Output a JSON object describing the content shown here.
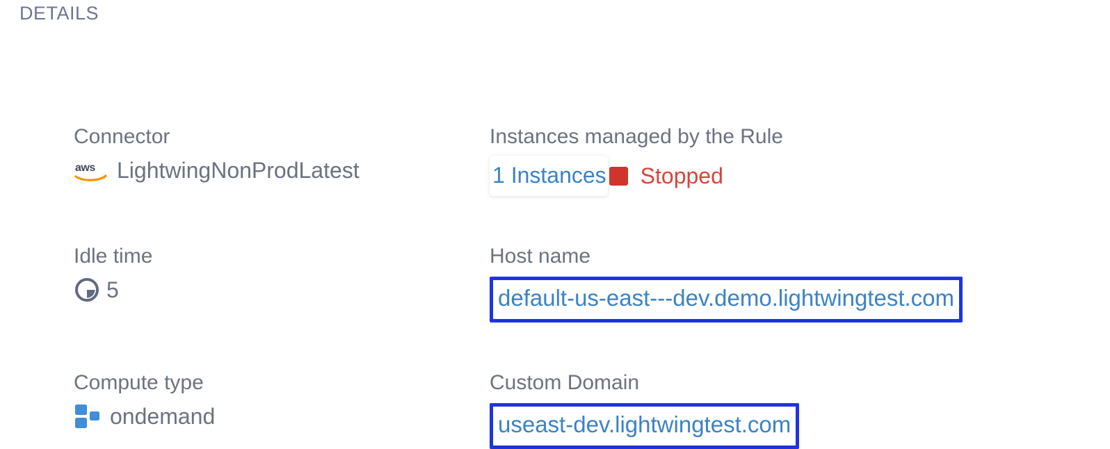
{
  "section": {
    "heading": "DETAILS"
  },
  "colors": {
    "label": "#6b7280",
    "link": "#3b82c7",
    "status_red": "#d8453a",
    "status_swatch": "#cf352b",
    "annotation_border": "#1f35e0",
    "aws_orange": "#f79400",
    "aws_dark": "#3f4a56",
    "compute_blue": "#3f8ddb"
  },
  "fields": {
    "connector": {
      "label": "Connector",
      "icon": "aws-logo-icon",
      "value": "LightwingNonProdLatest"
    },
    "instances": {
      "label": "Instances managed by the Rule",
      "link_text": "1 Instances",
      "status_icon": "stopped-square-icon",
      "status_text": "Stopped"
    },
    "idle_time": {
      "label": "Idle time",
      "icon": "pie-clock-icon",
      "value": "5"
    },
    "host_name": {
      "label": "Host name",
      "link_text": "default-us-east---dev.demo.lightwingtest.com"
    },
    "compute_type": {
      "label": "Compute type",
      "icon": "compute-blocks-icon",
      "value": "ondemand"
    },
    "custom_domain": {
      "label": "Custom Domain",
      "link_text": "useast-dev.lightwingtest.com"
    }
  }
}
